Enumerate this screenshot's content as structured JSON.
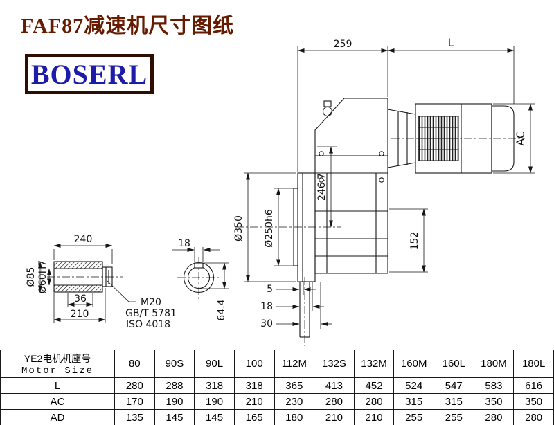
{
  "page": {
    "title": "FAF87减速机尺寸图纸",
    "logo": "BOSERL"
  },
  "drawing": {
    "main_view": {
      "dim_259": "259",
      "dim_L": "L",
      "dim_AC": "AC",
      "dim_d350": "Ø350",
      "dim_d250h6": "Ø250h6",
      "dim_246_7": "246.7",
      "dim_152": "152",
      "dim_5": "5",
      "dim_18": "18",
      "dim_30": "30"
    },
    "shaft_view": {
      "dim_240": "240",
      "dim_18": "18",
      "dim_d85": "Ø85",
      "dim_d60H7": "Ø60H7",
      "dim_36": "36",
      "dim_210": "210",
      "thread": "M20",
      "std_gb": "GB/T 5781",
      "std_iso": "ISO 4018",
      "dim_64_4": "64.4"
    }
  },
  "table": {
    "header": {
      "label_cn": "YE2电机机座号",
      "label_en": "Motor Size",
      "sizes": [
        "80",
        "90S",
        "90L",
        "100",
        "112M",
        "132S",
        "132M",
        "160M",
        "160L",
        "180M",
        "180L"
      ]
    },
    "rows": [
      {
        "label": "L",
        "values": [
          "280",
          "288",
          "318",
          "318",
          "365",
          "413",
          "452",
          "524",
          "547",
          "583",
          "616"
        ]
      },
      {
        "label": "AC",
        "values": [
          "170",
          "190",
          "190",
          "210",
          "230",
          "280",
          "280",
          "315",
          "315",
          "350",
          "350"
        ]
      },
      {
        "label": "AD",
        "values": [
          "135",
          "145",
          "145",
          "165",
          "180",
          "210",
          "210",
          "255",
          "255",
          "280",
          "280"
        ]
      }
    ]
  }
}
